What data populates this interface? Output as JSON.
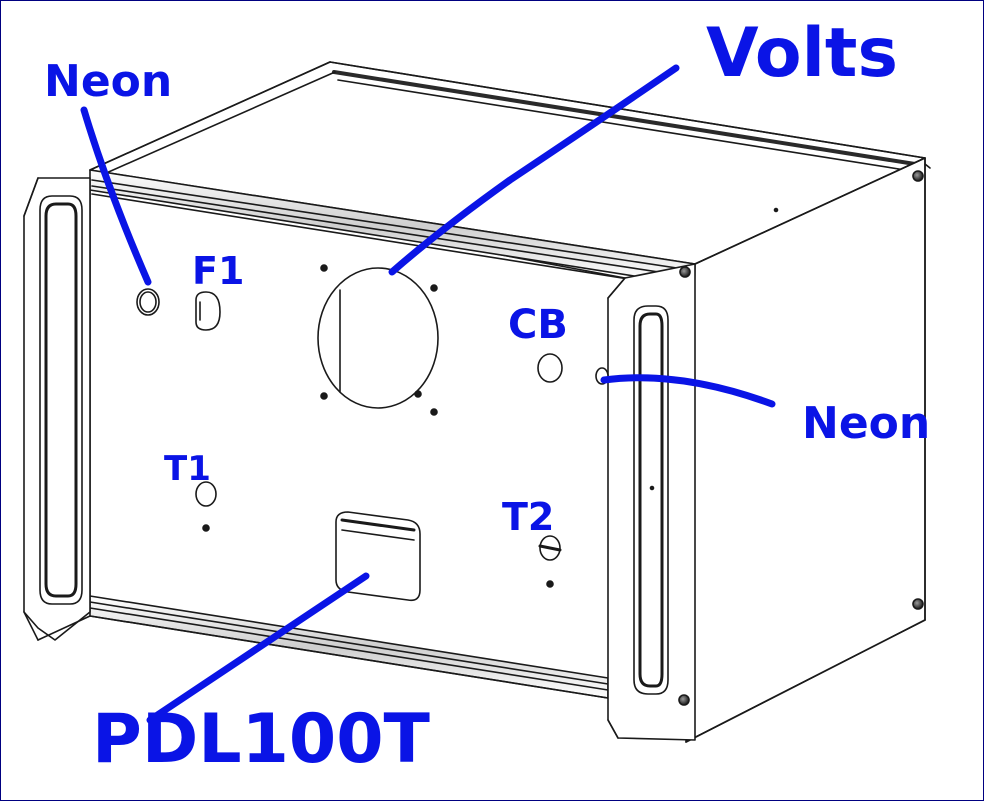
{
  "colors": {
    "annotation": "#0a14e6",
    "line": "#1a1a1a",
    "frame_border": "#000080",
    "background": "#ffffff"
  },
  "labels": {
    "neon_left": "Neon",
    "f1": "F1",
    "volts": "Volts",
    "cb": "CB",
    "neon_right": "Neon",
    "t1": "T1",
    "t2": "T2",
    "pdl100t": "PDL100T"
  }
}
